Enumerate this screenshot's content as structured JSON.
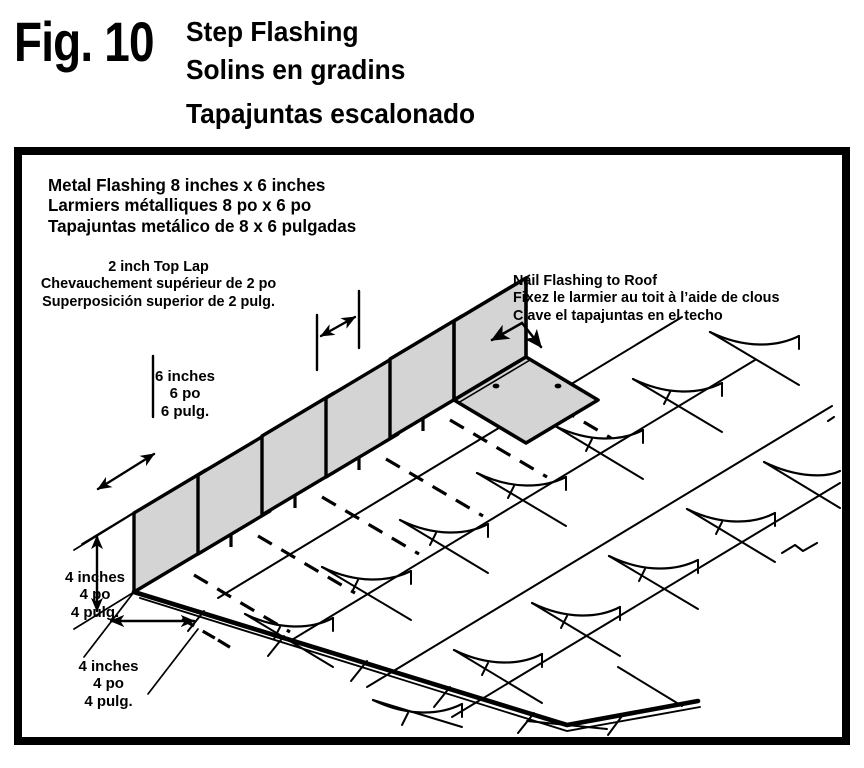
{
  "figure": {
    "number_label": "Fig. 10",
    "title_en": "Step Flashing",
    "title_fr": "Solins en gradins",
    "title_es": "Tapajuntas escalonado"
  },
  "callouts": {
    "spec": {
      "en": "Metal Flashing 8 inches x 6 inches",
      "fr": "Larmiers métalliques 8 po x 6 po",
      "es": "Tapajuntas metálico de 8 x 6 pulgadas"
    },
    "top_lap": {
      "en": "2 inch Top Lap",
      "fr": "Chevauchement supérieur de 2 po",
      "es": "Superposición superior de 2 pulg."
    },
    "nail": {
      "en": "Nail Flashing to Roof",
      "fr": "Fixez le larmier au toit à l’aide de clous",
      "es": "Clave el tapajuntas en el techo"
    }
  },
  "dimensions": {
    "six_inch": {
      "en": "6 inches",
      "fr": "6 po",
      "es": "6 pulg."
    },
    "four_inch_height": {
      "en": "4 inches",
      "fr": "4 po",
      "es": "4 pulg."
    },
    "four_inch_width": {
      "en": "4 inches",
      "fr": "4 po",
      "es": "4 pulg."
    }
  },
  "style": {
    "ink": "#000000",
    "flashing_fill": "#d4d4d4",
    "paper": "#ffffff"
  },
  "diagram": {
    "kind": "isometric-line-drawing",
    "subject": "step flashing installed along a sloped shingle roof at a wall",
    "elements": [
      "vertical-flashing-panels",
      "hidden-horizontal-flashing-legs",
      "shingle-courses",
      "roof-eave-edge",
      "nail-dots",
      "dimension-arrows"
    ],
    "nail_count": 2,
    "visible_flashing_panels": 6
  }
}
